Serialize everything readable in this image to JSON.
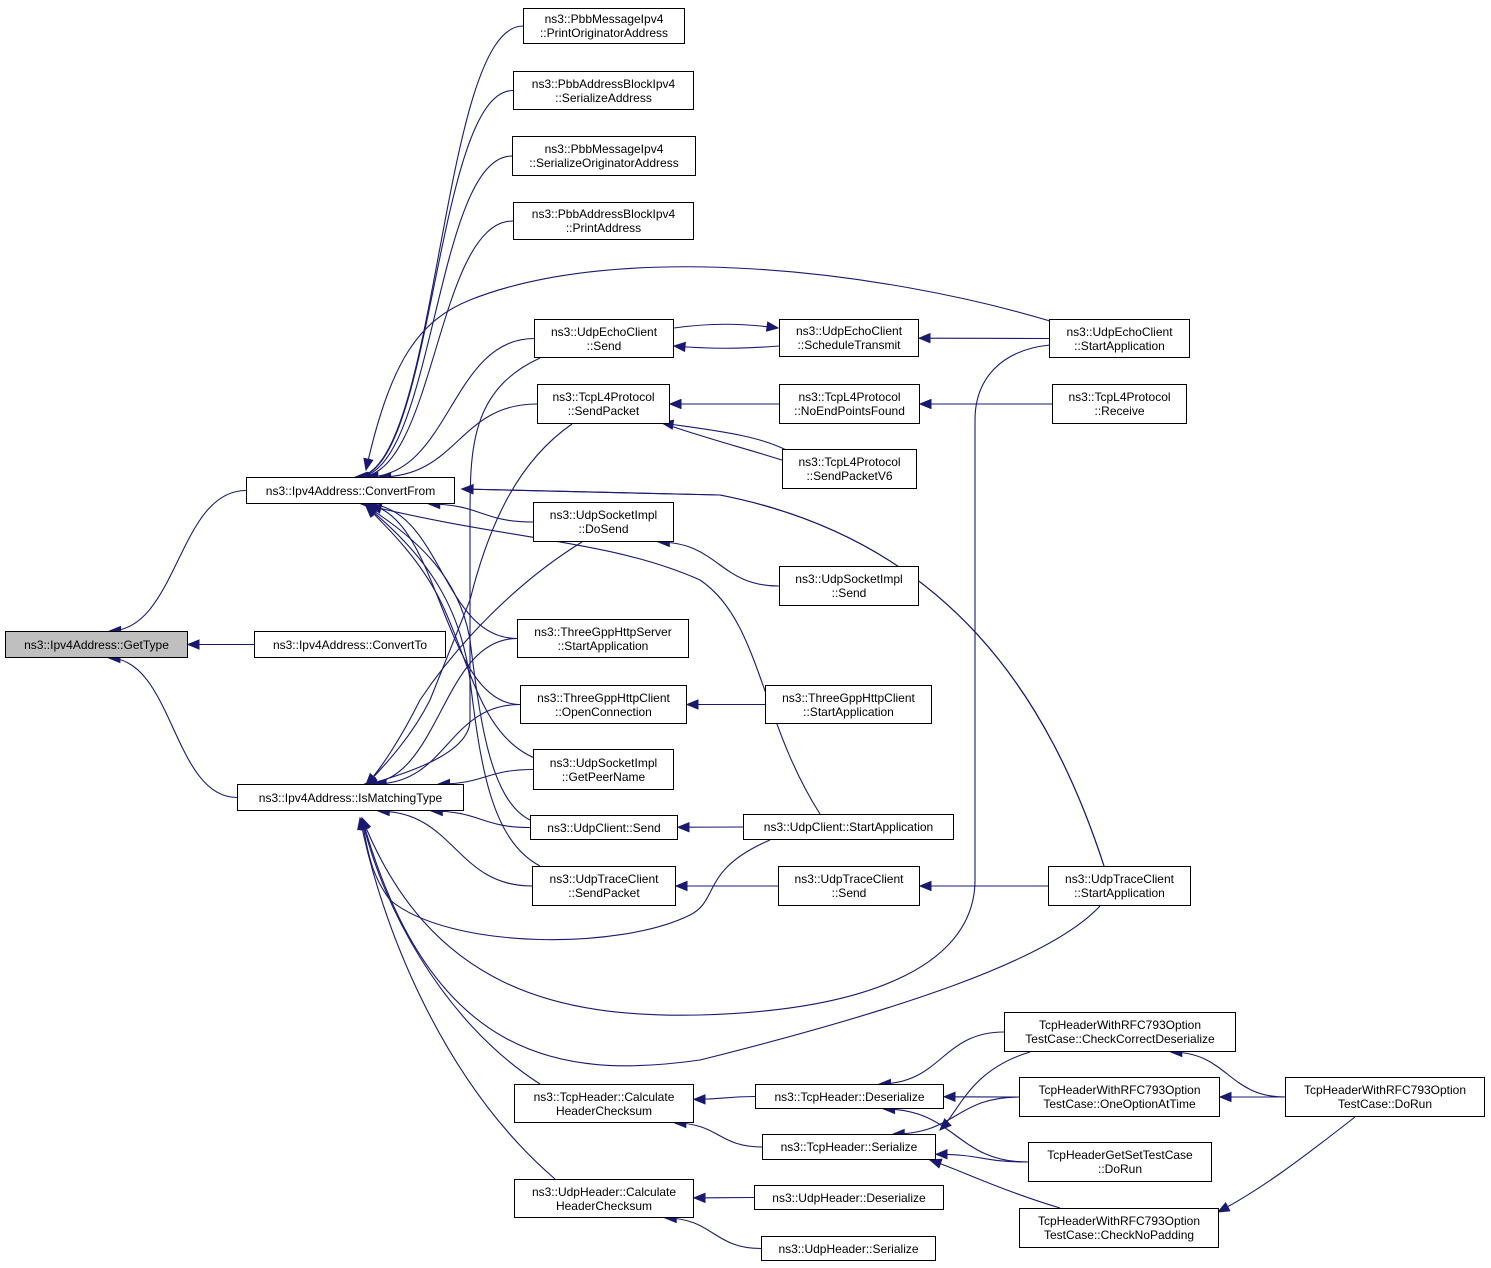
{
  "graph": {
    "type": "caller-graph",
    "colors": {
      "edge": "#191970",
      "node_border": "#000000",
      "current_fill": "#bfbfbf"
    },
    "nodes": {
      "get_type": {
        "lines": [
          "ns3::Ipv4Address::GetType"
        ]
      },
      "convert_from": {
        "lines": [
          "ns3::Ipv4Address::ConvertFrom"
        ]
      },
      "convert_to": {
        "lines": [
          "ns3::Ipv4Address::ConvertTo"
        ]
      },
      "is_matching_type": {
        "lines": [
          "ns3::Ipv4Address::IsMatchingType"
        ]
      },
      "pbb_msg_print_orig": {
        "lines": [
          "ns3::PbbMessageIpv4",
          "::PrintOriginatorAddress"
        ]
      },
      "pbb_block_serialize": {
        "lines": [
          "ns3::PbbAddressBlockIpv4",
          "::SerializeAddress"
        ]
      },
      "pbb_msg_serialize_orig": {
        "lines": [
          "ns3::PbbMessageIpv4",
          "::SerializeOriginatorAddress"
        ]
      },
      "pbb_block_print": {
        "lines": [
          "ns3::PbbAddressBlockIpv4",
          "::PrintAddress"
        ]
      },
      "udp_echo_send": {
        "lines": [
          "ns3::UdpEchoClient",
          "::Send"
        ]
      },
      "tcp_send_packet": {
        "lines": [
          "ns3::TcpL4Protocol",
          "::SendPacket"
        ]
      },
      "udp_socket_dosend": {
        "lines": [
          "ns3::UdpSocketImpl",
          "::DoSend"
        ]
      },
      "http_server_start": {
        "lines": [
          "ns3::ThreeGppHttpServer",
          "::StartApplication"
        ]
      },
      "http_client_open": {
        "lines": [
          "ns3::ThreeGppHttpClient",
          "::OpenConnection"
        ]
      },
      "udp_socket_peer": {
        "lines": [
          "ns3::UdpSocketImpl",
          "::GetPeerName"
        ]
      },
      "udp_client_send": {
        "lines": [
          "ns3::UdpClient::Send"
        ]
      },
      "udp_trace_sendpacket": {
        "lines": [
          "ns3::UdpTraceClient",
          "::SendPacket"
        ]
      },
      "udp_echo_schedule": {
        "lines": [
          "ns3::UdpEchoClient",
          "::ScheduleTransmit"
        ]
      },
      "tcp_noendpoints": {
        "lines": [
          "ns3::TcpL4Protocol",
          "::NoEndPointsFound"
        ]
      },
      "tcp_sendpacketv6": {
        "lines": [
          "ns3::TcpL4Protocol",
          "::SendPacketV6"
        ]
      },
      "udp_socket_send": {
        "lines": [
          "ns3::UdpSocketImpl",
          "::Send"
        ]
      },
      "http_client_start": {
        "lines": [
          "ns3::ThreeGppHttpClient",
          "::StartApplication"
        ]
      },
      "udp_client_start": {
        "lines": [
          "ns3::UdpClient::StartApplication"
        ]
      },
      "udp_trace_send": {
        "lines": [
          "ns3::UdpTraceClient",
          "::Send"
        ]
      },
      "udp_echo_start": {
        "lines": [
          "ns3::UdpEchoClient",
          "::StartApplication"
        ]
      },
      "tcp_receive": {
        "lines": [
          "ns3::TcpL4Protocol",
          "::Receive"
        ]
      },
      "udp_trace_start": {
        "lines": [
          "ns3::UdpTraceClient",
          "::StartApplication"
        ]
      },
      "tcp_hdr_checksum": {
        "lines": [
          "ns3::TcpHeader::Calculate",
          "HeaderChecksum"
        ]
      },
      "udp_hdr_checksum": {
        "lines": [
          "ns3::UdpHeader::Calculate",
          "HeaderChecksum"
        ]
      },
      "tcp_hdr_deserialize": {
        "lines": [
          "ns3::TcpHeader::Deserialize"
        ]
      },
      "tcp_hdr_serialize": {
        "lines": [
          "ns3::TcpHeader::Serialize"
        ]
      },
      "udp_hdr_deserialize": {
        "lines": [
          "ns3::UdpHeader::Deserialize"
        ]
      },
      "udp_hdr_serialize": {
        "lines": [
          "ns3::UdpHeader::Serialize"
        ]
      },
      "rfc793_check_correct": {
        "lines": [
          "TcpHeaderWithRFC793Option",
          "TestCase::CheckCorrectDeserialize"
        ]
      },
      "rfc793_one_option": {
        "lines": [
          "TcpHeaderWithRFC793Option",
          "TestCase::OneOptionAtTime"
        ]
      },
      "getset_dorun": {
        "lines": [
          "TcpHeaderGetSetTestCase",
          "::DoRun"
        ]
      },
      "rfc793_no_padding": {
        "lines": [
          "TcpHeaderWithRFC793Option",
          "TestCase::CheckNoPadding"
        ]
      },
      "rfc793_dorun": {
        "lines": [
          "TcpHeaderWithRFC793Option",
          "TestCase::DoRun"
        ]
      }
    },
    "edges": [
      [
        "convert_from",
        "get_type"
      ],
      [
        "convert_to",
        "get_type"
      ],
      [
        "is_matching_type",
        "get_type"
      ],
      [
        "pbb_msg_print_orig",
        "convert_from"
      ],
      [
        "pbb_block_serialize",
        "convert_from"
      ],
      [
        "pbb_msg_serialize_orig",
        "convert_from"
      ],
      [
        "pbb_block_print",
        "convert_from"
      ],
      [
        "udp_echo_send",
        "convert_from"
      ],
      [
        "tcp_send_packet",
        "convert_from"
      ],
      [
        "udp_socket_dosend",
        "convert_from"
      ],
      [
        "http_server_start",
        "convert_from"
      ],
      [
        "http_client_open",
        "convert_from"
      ],
      [
        "udp_socket_peer",
        "convert_from"
      ],
      [
        "udp_client_send",
        "convert_from"
      ],
      [
        "udp_trace_sendpacket",
        "convert_from"
      ],
      [
        "udp_echo_start",
        "convert_from"
      ],
      [
        "tcp_sendpacketv6",
        "convert_from"
      ],
      [
        "udp_trace_start",
        "convert_from"
      ],
      [
        "udp_client_start",
        "convert_from"
      ],
      [
        "udp_echo_send",
        "is_matching_type"
      ],
      [
        "tcp_send_packet",
        "is_matching_type"
      ],
      [
        "udp_socket_dosend",
        "is_matching_type"
      ],
      [
        "http_server_start",
        "is_matching_type"
      ],
      [
        "http_client_open",
        "is_matching_type"
      ],
      [
        "udp_socket_peer",
        "is_matching_type"
      ],
      [
        "udp_client_send",
        "is_matching_type"
      ],
      [
        "udp_trace_sendpacket",
        "is_matching_type"
      ],
      [
        "udp_client_start",
        "is_matching_type"
      ],
      [
        "udp_echo_start",
        "is_matching_type"
      ],
      [
        "udp_trace_start",
        "is_matching_type"
      ],
      [
        "tcp_hdr_checksum",
        "is_matching_type"
      ],
      [
        "udp_hdr_checksum",
        "is_matching_type"
      ],
      [
        "udp_echo_schedule",
        "udp_echo_send"
      ],
      [
        "udp_echo_send",
        "udp_echo_schedule"
      ],
      [
        "udp_echo_start",
        "udp_echo_schedule"
      ],
      [
        "tcp_noendpoints",
        "tcp_send_packet"
      ],
      [
        "tcp_sendpacketv6",
        "tcp_send_packet"
      ],
      [
        "tcp_send_packet",
        "tcp_sendpacketv6"
      ],
      [
        "tcp_receive",
        "tcp_noendpoints"
      ],
      [
        "udp_socket_send",
        "udp_socket_dosend"
      ],
      [
        "http_client_start",
        "http_client_open"
      ],
      [
        "udp_client_start",
        "udp_client_send"
      ],
      [
        "udp_trace_send",
        "udp_trace_sendpacket"
      ],
      [
        "udp_trace_start",
        "udp_trace_send"
      ],
      [
        "tcp_hdr_deserialize",
        "tcp_hdr_checksum"
      ],
      [
        "tcp_hdr_serialize",
        "tcp_hdr_checksum"
      ],
      [
        "udp_hdr_deserialize",
        "udp_hdr_checksum"
      ],
      [
        "udp_hdr_serialize",
        "udp_hdr_checksum"
      ],
      [
        "rfc793_check_correct",
        "tcp_hdr_deserialize"
      ],
      [
        "rfc793_one_option",
        "tcp_hdr_deserialize"
      ],
      [
        "getset_dorun",
        "tcp_hdr_deserialize"
      ],
      [
        "rfc793_check_correct",
        "tcp_hdr_serialize"
      ],
      [
        "rfc793_one_option",
        "tcp_hdr_serialize"
      ],
      [
        "getset_dorun",
        "tcp_hdr_serialize"
      ],
      [
        "rfc793_no_padding",
        "tcp_hdr_serialize"
      ],
      [
        "rfc793_dorun",
        "rfc793_check_correct"
      ],
      [
        "rfc793_dorun",
        "rfc793_one_option"
      ],
      [
        "rfc793_dorun",
        "rfc793_no_padding"
      ]
    ]
  }
}
